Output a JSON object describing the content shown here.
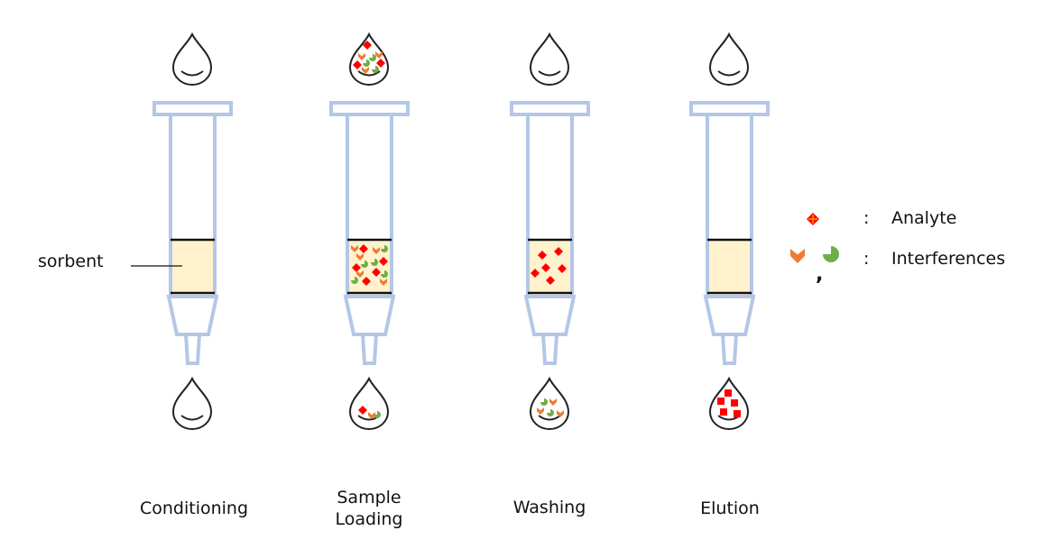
{
  "steps": [
    {
      "label": "Conditioning",
      "top_drop": "empty",
      "sorbent": "empty",
      "bottom_drop": "empty"
    },
    {
      "label": "Sample\nLoading",
      "top_drop": "mixed",
      "sorbent": "mixed",
      "bottom_drop": "few"
    },
    {
      "label": "Washing",
      "top_drop": "empty",
      "sorbent": "analyte",
      "bottom_drop": "interferences"
    },
    {
      "label": "Elution",
      "top_drop": "empty",
      "sorbent": "empty",
      "bottom_drop": "analyte"
    }
  ],
  "sorbent_label": "sorbent",
  "legend": {
    "separator": ":",
    "analyte": "Analyte",
    "interferences": "Interferences",
    "comma": ","
  },
  "colors": {
    "cartridge": "#b4c7e7",
    "sorbent": "#fff2cc",
    "analyte": "#ff0000",
    "interference_orange": "#ed7d31",
    "interference_green": "#70ad47"
  }
}
